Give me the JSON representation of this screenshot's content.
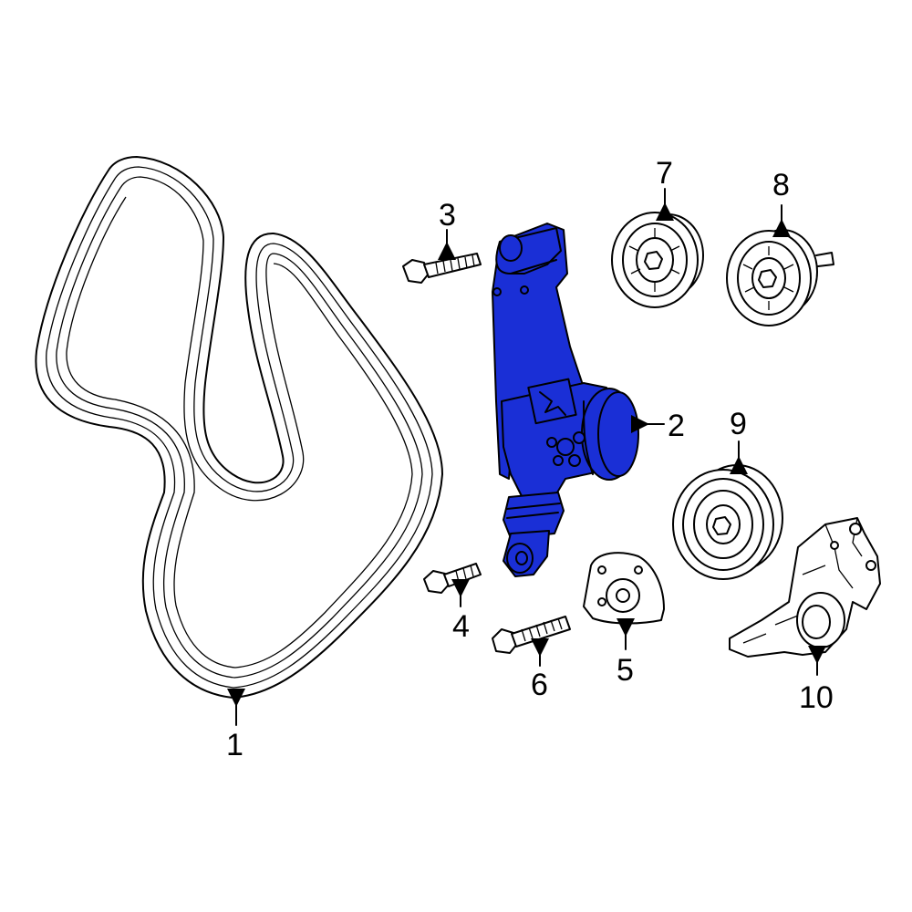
{
  "diagram": {
    "highlight_color": "#1a2fd6",
    "line_color": "#000000",
    "background": "#ffffff",
    "callouts": [
      {
        "id": "1",
        "label": "1"
      },
      {
        "id": "2",
        "label": "2"
      },
      {
        "id": "3",
        "label": "3"
      },
      {
        "id": "4",
        "label": "4"
      },
      {
        "id": "5",
        "label": "5"
      },
      {
        "id": "6",
        "label": "6"
      },
      {
        "id": "7",
        "label": "7"
      },
      {
        "id": "8",
        "label": "8"
      },
      {
        "id": "9",
        "label": "9"
      },
      {
        "id": "10",
        "label": "10"
      }
    ],
    "highlighted_part": "2"
  }
}
